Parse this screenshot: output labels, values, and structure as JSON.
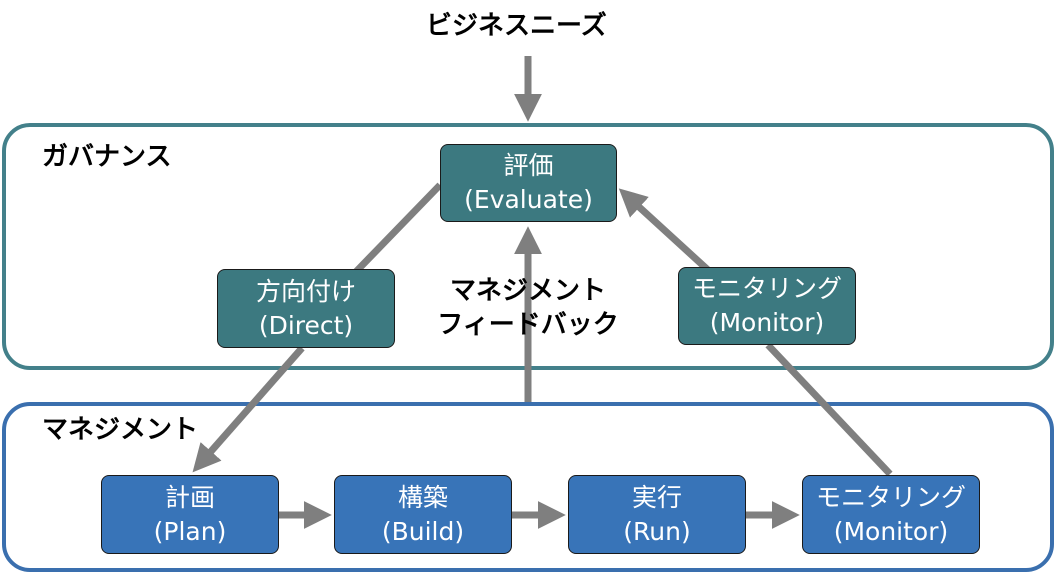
{
  "top_label": "ビジネスニーズ",
  "governance": {
    "label": "ガバナンス",
    "evaluate": {
      "line1": "評価",
      "line2": "(Evaluate)"
    },
    "direct": {
      "line1": "方向付け",
      "line2": "(Direct)"
    },
    "monitor": {
      "line1": "モニタリング",
      "line2": "(Monitor)"
    }
  },
  "feedback": {
    "line1": "マネジメント",
    "line2": "フィードバック"
  },
  "management": {
    "label": "マネジメント",
    "plan": {
      "line1": "計画",
      "line2": "(Plan)"
    },
    "build": {
      "line1": "構築",
      "line2": "(Build)"
    },
    "run": {
      "line1": "実行",
      "line2": "(Run)"
    },
    "monitor": {
      "line1": "モニタリング",
      "line2": "(Monitor)"
    }
  },
  "colors": {
    "governance_border": "#43808a",
    "management_border": "#3a6fae",
    "teal_box": "#3c7980",
    "blue_box": "#3874b8",
    "arrow": "#7f7f7f"
  }
}
